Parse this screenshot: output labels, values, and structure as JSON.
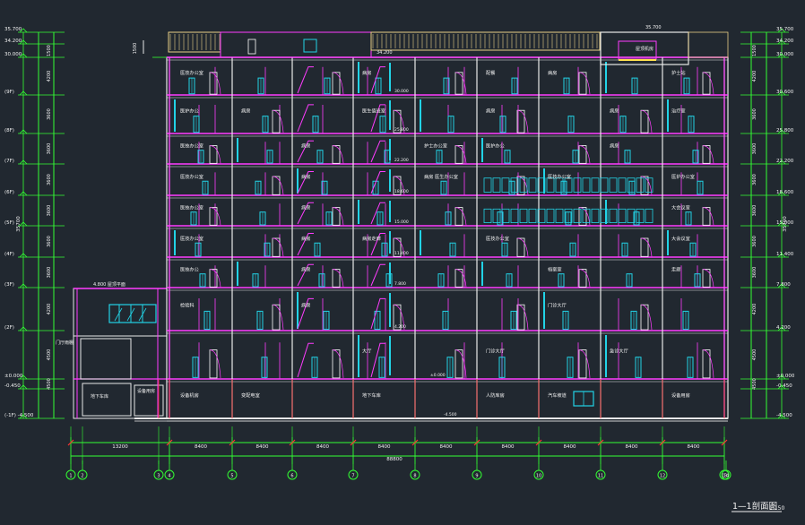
{
  "drawing": {
    "title": "1—1剖面图",
    "scale": "1:150",
    "colors": {
      "background": "#212830",
      "wall": "#e8e8e8",
      "slab": "#ff3cff",
      "level": "#33ff33",
      "window": "#22d3e6",
      "door": "#ffffff",
      "red": "#ff3333",
      "roof": "#e9cf86",
      "text": "#f2f2f2"
    },
    "bay_dims": [
      "13200",
      "8400",
      "8400",
      "8400",
      "8400",
      "8400",
      "8400",
      "8400",
      "8400",
      "8400"
    ],
    "total_dim": "88800",
    "grid_labels": [
      "1",
      "2",
      "3",
      "4",
      "5",
      "6",
      "7",
      "8",
      "9",
      "10",
      "11",
      "12",
      "13",
      "14"
    ],
    "left_levels": [
      "35.700",
      "34.200",
      "30.000",
      "(9F)",
      "(8F)",
      "(7F)",
      "(6F)",
      "(5F)",
      "(4F)",
      "(3F)",
      "(2F)",
      "±0.000",
      "-0.450",
      "(-1F) -4.500"
    ],
    "right_levels": [
      "35.700",
      "34.200",
      "30.000",
      "30.600",
      "25.800",
      "22.200",
      "18.600",
      "15.000",
      "11.400",
      "7.800",
      "4.200",
      "±0.000",
      "-0.450",
      "-4.500"
    ],
    "left_story_dims": [
      "1500",
      "4200",
      "3600",
      "3600",
      "3600",
      "3600",
      "3600",
      "3600",
      "4200",
      "4500",
      "4500"
    ],
    "right_story_dims": [
      "1500",
      "4200",
      "3600",
      "3600",
      "3600",
      "3600",
      "3600",
      "3600",
      "4200",
      "4500",
      "4500"
    ],
    "total_height": "35700",
    "floor_elevations": [
      "30.000",
      "25.800",
      "22.200",
      "18.600",
      "15.000",
      "11.400",
      "7.800",
      "4.200",
      "±0.000",
      "-4.500"
    ],
    "room_labels": [
      {
        "text": "医技办公室",
        "f": 0,
        "b": 0
      },
      {
        "text": "病房",
        "f": 0,
        "b": 3
      },
      {
        "text": "配餐",
        "f": 0,
        "b": 5
      },
      {
        "text": "病房",
        "f": 0,
        "b": 6
      },
      {
        "text": "护士站",
        "f": 0,
        "b": 8
      },
      {
        "text": "医护办公",
        "f": 1,
        "b": 0
      },
      {
        "text": "病房",
        "f": 1,
        "b": 1
      },
      {
        "text": "医生值班室",
        "f": 1,
        "b": 3
      },
      {
        "text": "病房",
        "f": 1,
        "b": 5
      },
      {
        "text": "病房",
        "f": 1,
        "b": 7
      },
      {
        "text": "治疗室",
        "f": 1,
        "b": 8
      },
      {
        "text": "医技办公室",
        "f": 2,
        "b": 0
      },
      {
        "text": "病房",
        "f": 2,
        "b": 2
      },
      {
        "text": "护士办公室",
        "f": 2,
        "b": 4
      },
      {
        "text": "医护办公",
        "f": 2,
        "b": 5
      },
      {
        "text": "病房",
        "f": 2,
        "b": 7
      },
      {
        "text": "医技办公室",
        "f": 3,
        "b": 0
      },
      {
        "text": "病房",
        "f": 3,
        "b": 2
      },
      {
        "text": "病房  医生办公室",
        "f": 3,
        "b": 4
      },
      {
        "text": "医技办公室",
        "f": 3,
        "b": 6
      },
      {
        "text": "医护办公室",
        "f": 3,
        "b": 8
      },
      {
        "text": "医技办公室",
        "f": 4,
        "b": 0
      },
      {
        "text": "病房",
        "f": 4,
        "b": 2
      },
      {
        "text": "大会议室",
        "f": 4,
        "b": 8
      },
      {
        "text": "医技办公室",
        "f": 5,
        "b": 0
      },
      {
        "text": "病房",
        "f": 5,
        "b": 2
      },
      {
        "text": "病房走廊",
        "f": 5,
        "b": 3
      },
      {
        "text": "医技办公室",
        "f": 5,
        "b": 5
      },
      {
        "text": "大会议室",
        "f": 5,
        "b": 8
      },
      {
        "text": "医技办公",
        "f": 6,
        "b": 0
      },
      {
        "text": "病房",
        "f": 6,
        "b": 2
      },
      {
        "text": "档案室",
        "f": 6,
        "b": 6
      },
      {
        "text": "走廊",
        "f": 6,
        "b": 8
      },
      {
        "text": "检验科",
        "f": 7,
        "b": 0
      },
      {
        "text": "病房",
        "f": 7,
        "b": 2
      },
      {
        "text": "门诊大厅",
        "f": 7,
        "b": 6
      },
      {
        "text": "大厅",
        "f": 8,
        "b": 3
      },
      {
        "text": "门诊大厅",
        "f": 8,
        "b": 5
      },
      {
        "text": "急诊大厅",
        "f": 8,
        "b": 7
      },
      {
        "text": "设备机房",
        "f": 9,
        "b": 0
      },
      {
        "text": "变配电室",
        "f": 9,
        "b": 1
      },
      {
        "text": "地下车库",
        "f": 9,
        "b": 3
      },
      {
        "text": "人防库房",
        "f": 9,
        "b": 5
      },
      {
        "text": "汽车坡道",
        "f": 9,
        "b": 6
      },
      {
        "text": "设备用房",
        "f": 9,
        "b": 8
      }
    ],
    "annex_labels": [
      "地下车库",
      "设备用房",
      "门厅雨棚",
      "4.800 屋顶平面"
    ],
    "roof_labels": [
      "屋顶机房",
      "35.700",
      "34.200"
    ]
  }
}
